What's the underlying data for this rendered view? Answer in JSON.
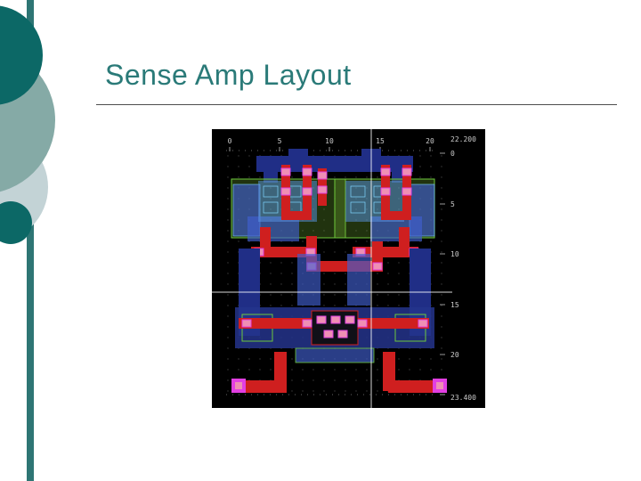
{
  "slide": {
    "title": "Sense Amp Layout"
  },
  "viewer": {
    "top_ruler": [
      "0",
      "5",
      "10",
      "15",
      "20"
    ],
    "right_ruler": [
      "0",
      "5",
      "10",
      "15",
      "20"
    ],
    "top_right_coord": "22.200",
    "bottom_right_coord": "23.400"
  },
  "colors": {
    "accent_teal_dark": "#0c6866",
    "accent_teal_mid": "#85aaa6",
    "accent_teal_pale": "#c3d3d6",
    "title_teal": "#2a7a78",
    "layout_metal_blue": "#202e86",
    "layout_poly_red": "#cf1f1f",
    "layout_contact_pink": "#ef8fb4",
    "layout_pad_magenta": "#e23fe2",
    "layout_well_green": "#6ec83c"
  }
}
